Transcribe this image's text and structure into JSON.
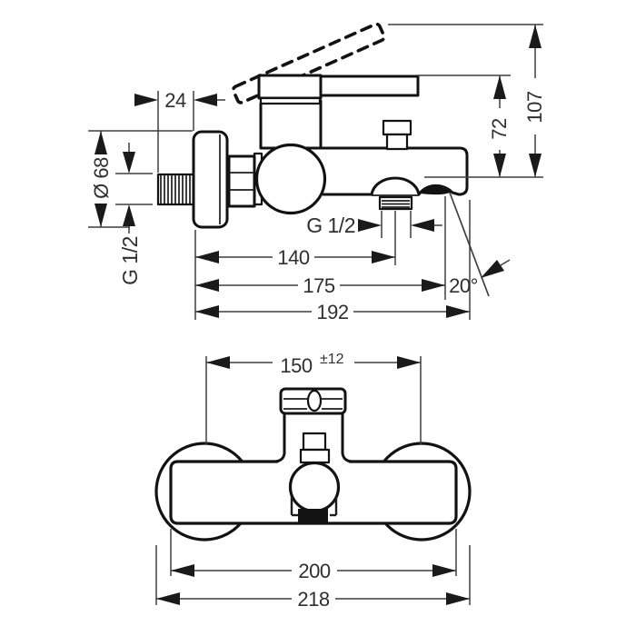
{
  "colors": {
    "background": "#ffffff",
    "outline": "#121212",
    "dimension_lines": "#3f3f3f",
    "label_text": "#2f2f2f"
  },
  "side_view": {
    "dims": {
      "d24": "24",
      "d68": "Ø 68",
      "g12_inlet": "G 1/2",
      "d72": "72",
      "d107": "107",
      "g12_outlet": "G 1/2",
      "d140": "140",
      "d175": "175",
      "d192": "192",
      "a20": "20°"
    }
  },
  "front_view": {
    "dims": {
      "d150": "150",
      "d150_tol": "±12",
      "d200": "200",
      "d218": "218"
    }
  }
}
